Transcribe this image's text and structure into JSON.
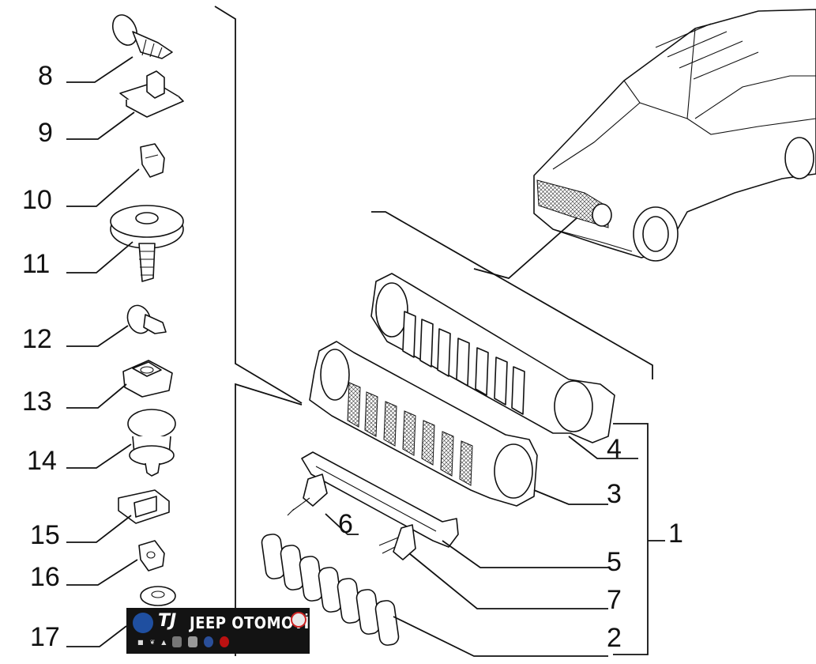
{
  "diagram": {
    "callouts": [
      "1",
      "2",
      "3",
      "4",
      "5",
      "6",
      "7",
      "8",
      "9",
      "10",
      "11",
      "12",
      "13",
      "14",
      "15",
      "16",
      "17"
    ]
  },
  "watermark": {
    "monogram": "TJ",
    "title": "JEEP OTOMOTİV",
    "brand_names": [
      "MOPAR",
      "Jeep",
      "Chrysler",
      "Dodge",
      "RAM",
      "Maserati",
      "Lancia",
      "Fiat",
      "Alfa Romeo"
    ],
    "colors": {
      "background": "#131313",
      "mopar_blue": "#1f4fa0",
      "accent_red": "#c22222"
    }
  }
}
